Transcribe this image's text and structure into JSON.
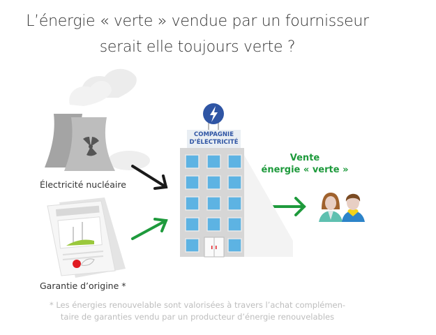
{
  "title": {
    "line1": "L’énergie « verte » vendue par un fournisseur",
    "line2": "serait elle toujours verte ?"
  },
  "sources": {
    "nuclear_label": "Électricité nucléaire",
    "guarantee_label": "Garantie d’origine *"
  },
  "company": {
    "sign_line1": "COMPAGNIE",
    "sign_line2": "D’ÉLECTRICITÉ",
    "logo_icon": "lightning-bolt-icon"
  },
  "sale": {
    "line1": "Vente",
    "line2": "énergie « verte »"
  },
  "footnote": {
    "line1": "* Les énergies renouvelable sont valorisées à travers l’achat complémen-",
    "line2": "taire de garanties vendu par un producteur d’énergie renouvelables"
  },
  "colors": {
    "green": "#1e9a3c",
    "blue": "#2f55a4",
    "window": "#5db3e3"
  }
}
